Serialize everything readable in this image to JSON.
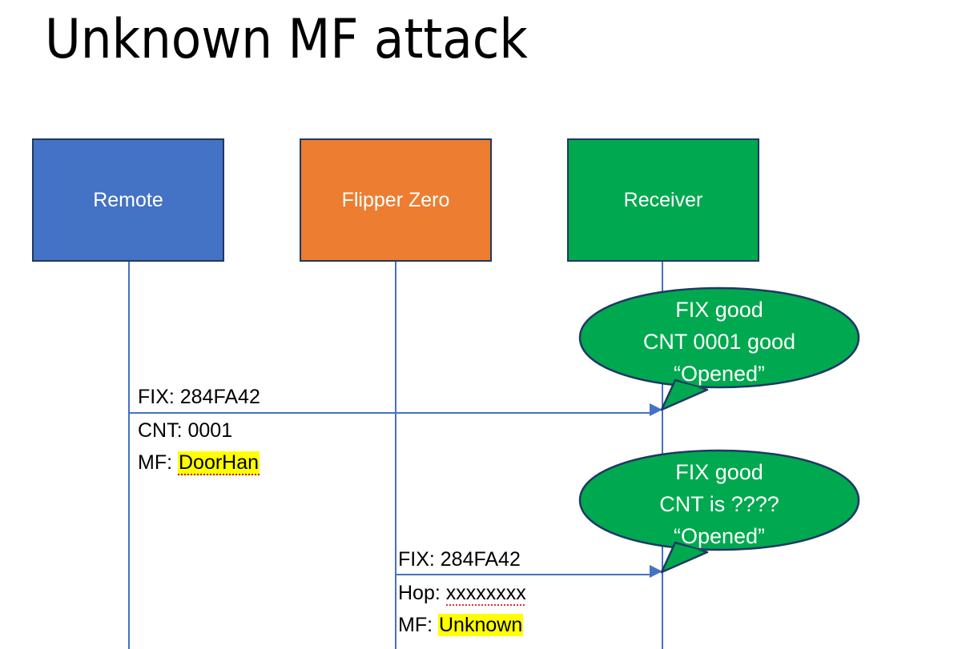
{
  "slide": {
    "title": "Unknown MF attack",
    "background": "#FFFFFF"
  },
  "colors": {
    "remote_fill": "#4472C4",
    "flipper_fill": "#ED7D31",
    "receiver_fill": "#00A94F",
    "box_border": "#1F3864",
    "lifeline": "#4472C4",
    "arrow": "#4472C4",
    "bubble_fill": "#00A94F",
    "bubble_border": "#1F3864",
    "highlight": "#FFFF00",
    "bubble_text": "#FFFFFF",
    "label_text": "#000000"
  },
  "actors": [
    {
      "id": "remote",
      "label": "Remote"
    },
    {
      "id": "flipper",
      "label": "Flipper Zero"
    },
    {
      "id": "receiver",
      "label": "Receiver"
    }
  ],
  "messages": [
    {
      "id": "msg1",
      "from": "remote",
      "to": "receiver",
      "line1": "FIX: 284FA42",
      "line2_prefix": "CNT: 0001",
      "line3_prefix": "MF: ",
      "line3_highlight": "DoorHan"
    },
    {
      "id": "msg2",
      "from": "flipper",
      "to": "receiver",
      "line1": "FIX: 284FA42",
      "line2_prefix": "Hop: ",
      "line2_value": "xxxxxxxx",
      "line3_prefix": "MF: ",
      "line3_highlight": "Unknown"
    }
  ],
  "bubbles": [
    {
      "id": "bubble1",
      "anchor": "receiver",
      "line1": "FIX good",
      "line2": "CNT 0001 good",
      "line3": "“Opened”"
    },
    {
      "id": "bubble2",
      "anchor": "receiver",
      "line1": "FIX good",
      "line2": "CNT is ????",
      "line3": "“Opened”"
    }
  ]
}
